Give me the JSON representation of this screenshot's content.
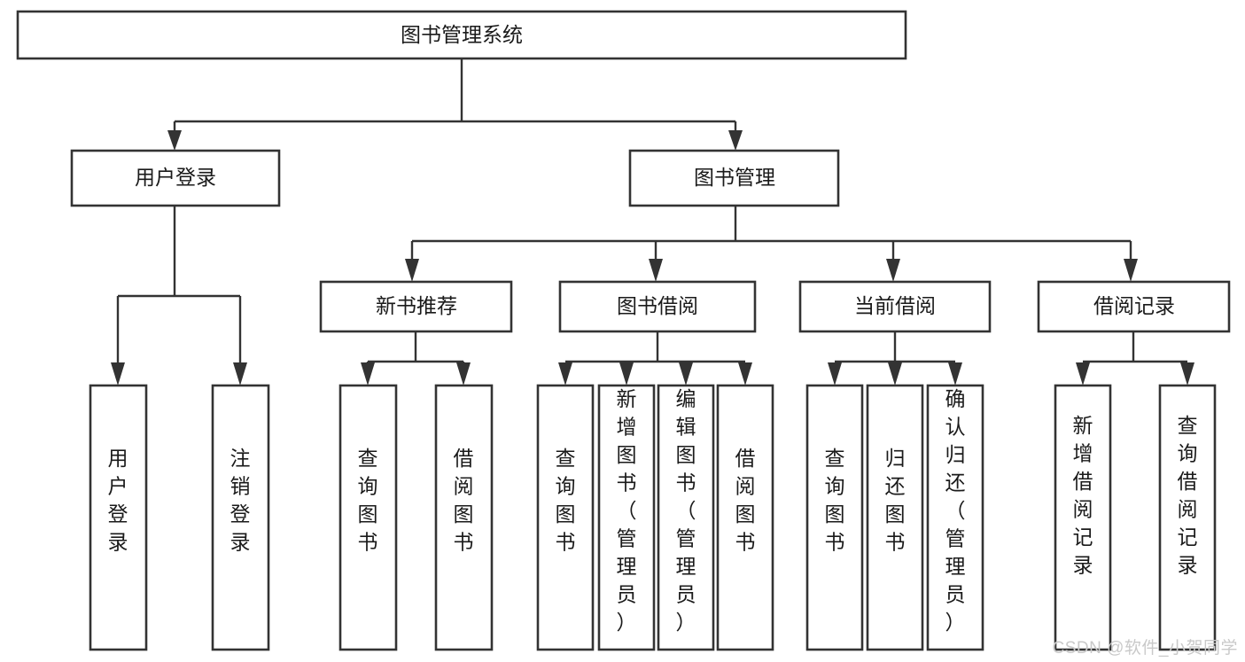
{
  "diagram": {
    "type": "tree",
    "title": "图书管理系统",
    "watermark": "CSDN @软件_小贺同学",
    "colors": {
      "box_stroke": "#333333",
      "box_fill": "#ffffff",
      "text": "#1a1a1a",
      "connector": "#333333",
      "watermark": "#c9c9c9"
    },
    "levels": {
      "root": "图书管理系统",
      "level2": [
        "用户登录",
        "图书管理"
      ],
      "level3": [
        "新书推荐",
        "图书借阅",
        "当前借阅",
        "借阅记录"
      ]
    },
    "nodes": {
      "root": {
        "label": "图书管理系统",
        "orientation": "horizontal"
      },
      "user_login": {
        "label": "用户登录",
        "orientation": "horizontal"
      },
      "book_manage": {
        "label": "图书管理",
        "orientation": "horizontal"
      },
      "new_book_rec": {
        "label": "新书推荐",
        "orientation": "horizontal"
      },
      "book_borrow": {
        "label": "图书借阅",
        "orientation": "horizontal"
      },
      "current_borrow": {
        "label": "当前借阅",
        "orientation": "horizontal"
      },
      "borrow_record": {
        "label": "借阅记录",
        "orientation": "horizontal"
      },
      "leaf_user_login": {
        "label": "用户登录",
        "orientation": "vertical"
      },
      "leaf_logout": {
        "label": "注销登录",
        "orientation": "vertical"
      },
      "leaf_query_book_1": {
        "label": "查询图书",
        "orientation": "vertical"
      },
      "leaf_borrow_book_1": {
        "label": "借阅图书",
        "orientation": "vertical"
      },
      "leaf_query_book_2": {
        "label": "查询图书",
        "orientation": "vertical"
      },
      "leaf_add_book": {
        "label": "新增图书（管理员）",
        "orientation": "vertical"
      },
      "leaf_edit_book": {
        "label": "编辑图书（管理员）",
        "orientation": "vertical"
      },
      "leaf_borrow_book_2": {
        "label": "借阅图书",
        "orientation": "vertical"
      },
      "leaf_query_book_3": {
        "label": "查询图书",
        "orientation": "vertical"
      },
      "leaf_return_book": {
        "label": "归还图书",
        "orientation": "vertical"
      },
      "leaf_confirm_return": {
        "label": "确认归还（管理员）",
        "orientation": "vertical"
      },
      "leaf_add_record": {
        "label": "新增借阅记录",
        "orientation": "vertical"
      },
      "leaf_query_record": {
        "label": "查询借阅记录",
        "orientation": "vertical"
      }
    },
    "edges": [
      {
        "from": "root",
        "to": "user_login"
      },
      {
        "from": "root",
        "to": "book_manage"
      },
      {
        "from": "user_login",
        "to": "leaf_user_login"
      },
      {
        "from": "user_login",
        "to": "leaf_logout"
      },
      {
        "from": "book_manage",
        "to": "new_book_rec"
      },
      {
        "from": "book_manage",
        "to": "book_borrow"
      },
      {
        "from": "book_manage",
        "to": "current_borrow"
      },
      {
        "from": "book_manage",
        "to": "borrow_record"
      },
      {
        "from": "new_book_rec",
        "to": "leaf_query_book_1"
      },
      {
        "from": "new_book_rec",
        "to": "leaf_borrow_book_1"
      },
      {
        "from": "book_borrow",
        "to": "leaf_query_book_2"
      },
      {
        "from": "book_borrow",
        "to": "leaf_add_book"
      },
      {
        "from": "book_borrow",
        "to": "leaf_edit_book"
      },
      {
        "from": "book_borrow",
        "to": "leaf_borrow_book_2"
      },
      {
        "from": "current_borrow",
        "to": "leaf_query_book_3"
      },
      {
        "from": "current_borrow",
        "to": "leaf_return_book"
      },
      {
        "from": "current_borrow",
        "to": "leaf_confirm_return"
      },
      {
        "from": "borrow_record",
        "to": "leaf_add_record"
      },
      {
        "from": "borrow_record",
        "to": "leaf_query_record"
      }
    ]
  }
}
